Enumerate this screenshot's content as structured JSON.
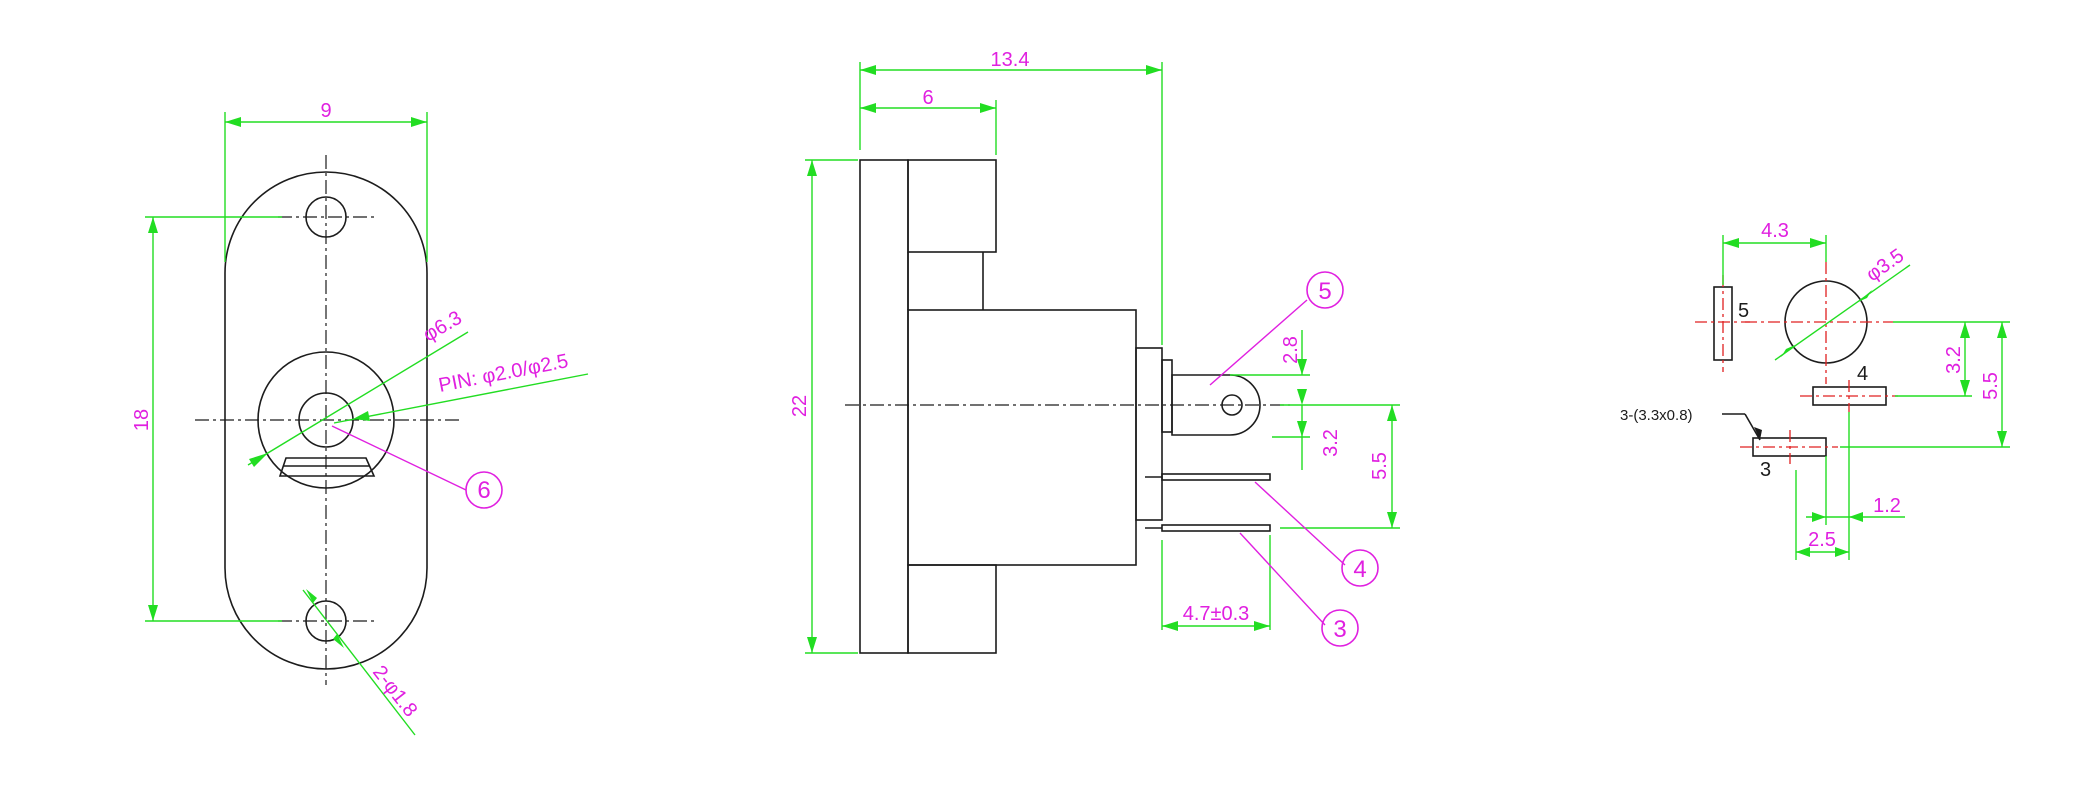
{
  "front_view": {
    "width_dim": "9",
    "height_dim": "18",
    "outer_dia": "φ6.3",
    "pin_dia": "PIN: φ2.0/φ2.5",
    "hole_dia": "2-φ1.8",
    "callout_6": "6"
  },
  "side_view": {
    "total_length": "13.4",
    "flange_width": "6",
    "height": "22",
    "tab_width": "2.8",
    "dim_3_2": "3.2",
    "dim_5_5": "5.5",
    "pin_length": "4.7±0.3",
    "callout_5": "5",
    "callout_4": "4",
    "callout_3": "3"
  },
  "pcb_layout": {
    "hole_spacing": "4.3",
    "hole_dia": "φ3.5",
    "pad_label_5": "5",
    "pad_label_4": "4",
    "pad_label_3": "3",
    "slot_spec": "3-(3.3x0.8)",
    "dim_3_2": "3.2",
    "dim_5_5": "5.5",
    "dim_1_2": "1.2",
    "dim_2_5": "2.5"
  },
  "colors": {
    "part": "#1c1c1c",
    "dimension": "#22dd22",
    "text": "#e020e0",
    "centerline": "#e02020"
  }
}
